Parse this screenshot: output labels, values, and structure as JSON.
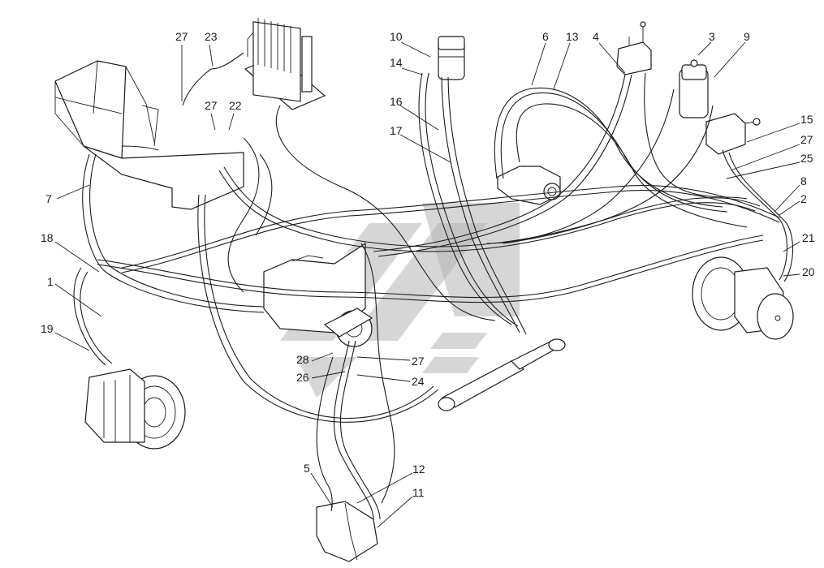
{
  "callouts": [
    {
      "id": "c1",
      "label": "1"
    },
    {
      "id": "c2",
      "label": "2"
    },
    {
      "id": "c3",
      "label": "3"
    },
    {
      "id": "c4",
      "label": "4"
    },
    {
      "id": "c5",
      "label": "5"
    },
    {
      "id": "c6",
      "label": "6"
    },
    {
      "id": "c7",
      "label": "7"
    },
    {
      "id": "c8",
      "label": "8"
    },
    {
      "id": "c9",
      "label": "9"
    },
    {
      "id": "c10",
      "label": "10"
    },
    {
      "id": "c11",
      "label": "11"
    },
    {
      "id": "c12",
      "label": "12"
    },
    {
      "id": "c13",
      "label": "13"
    },
    {
      "id": "c14",
      "label": "14"
    },
    {
      "id": "c15",
      "label": "15"
    },
    {
      "id": "c16",
      "label": "16"
    },
    {
      "id": "c17",
      "label": "17"
    },
    {
      "id": "c18",
      "label": "18"
    },
    {
      "id": "c19",
      "label": "19"
    },
    {
      "id": "c20",
      "label": "20"
    },
    {
      "id": "c21",
      "label": "21"
    },
    {
      "id": "c22",
      "label": "22"
    },
    {
      "id": "c23",
      "label": "23"
    },
    {
      "id": "c24",
      "label": "24"
    },
    {
      "id": "c25",
      "label": "25"
    },
    {
      "id": "c26",
      "label": "26"
    },
    {
      "id": "c27a",
      "label": "27"
    },
    {
      "id": "c27b",
      "label": "27"
    },
    {
      "id": "c27c",
      "label": "27"
    },
    {
      "id": "c27d",
      "label": "27"
    },
    {
      "id": "c28",
      "label": "28"
    }
  ],
  "watermark": {
    "icon": "logo-watermark",
    "color": "#b4b4b4"
  }
}
